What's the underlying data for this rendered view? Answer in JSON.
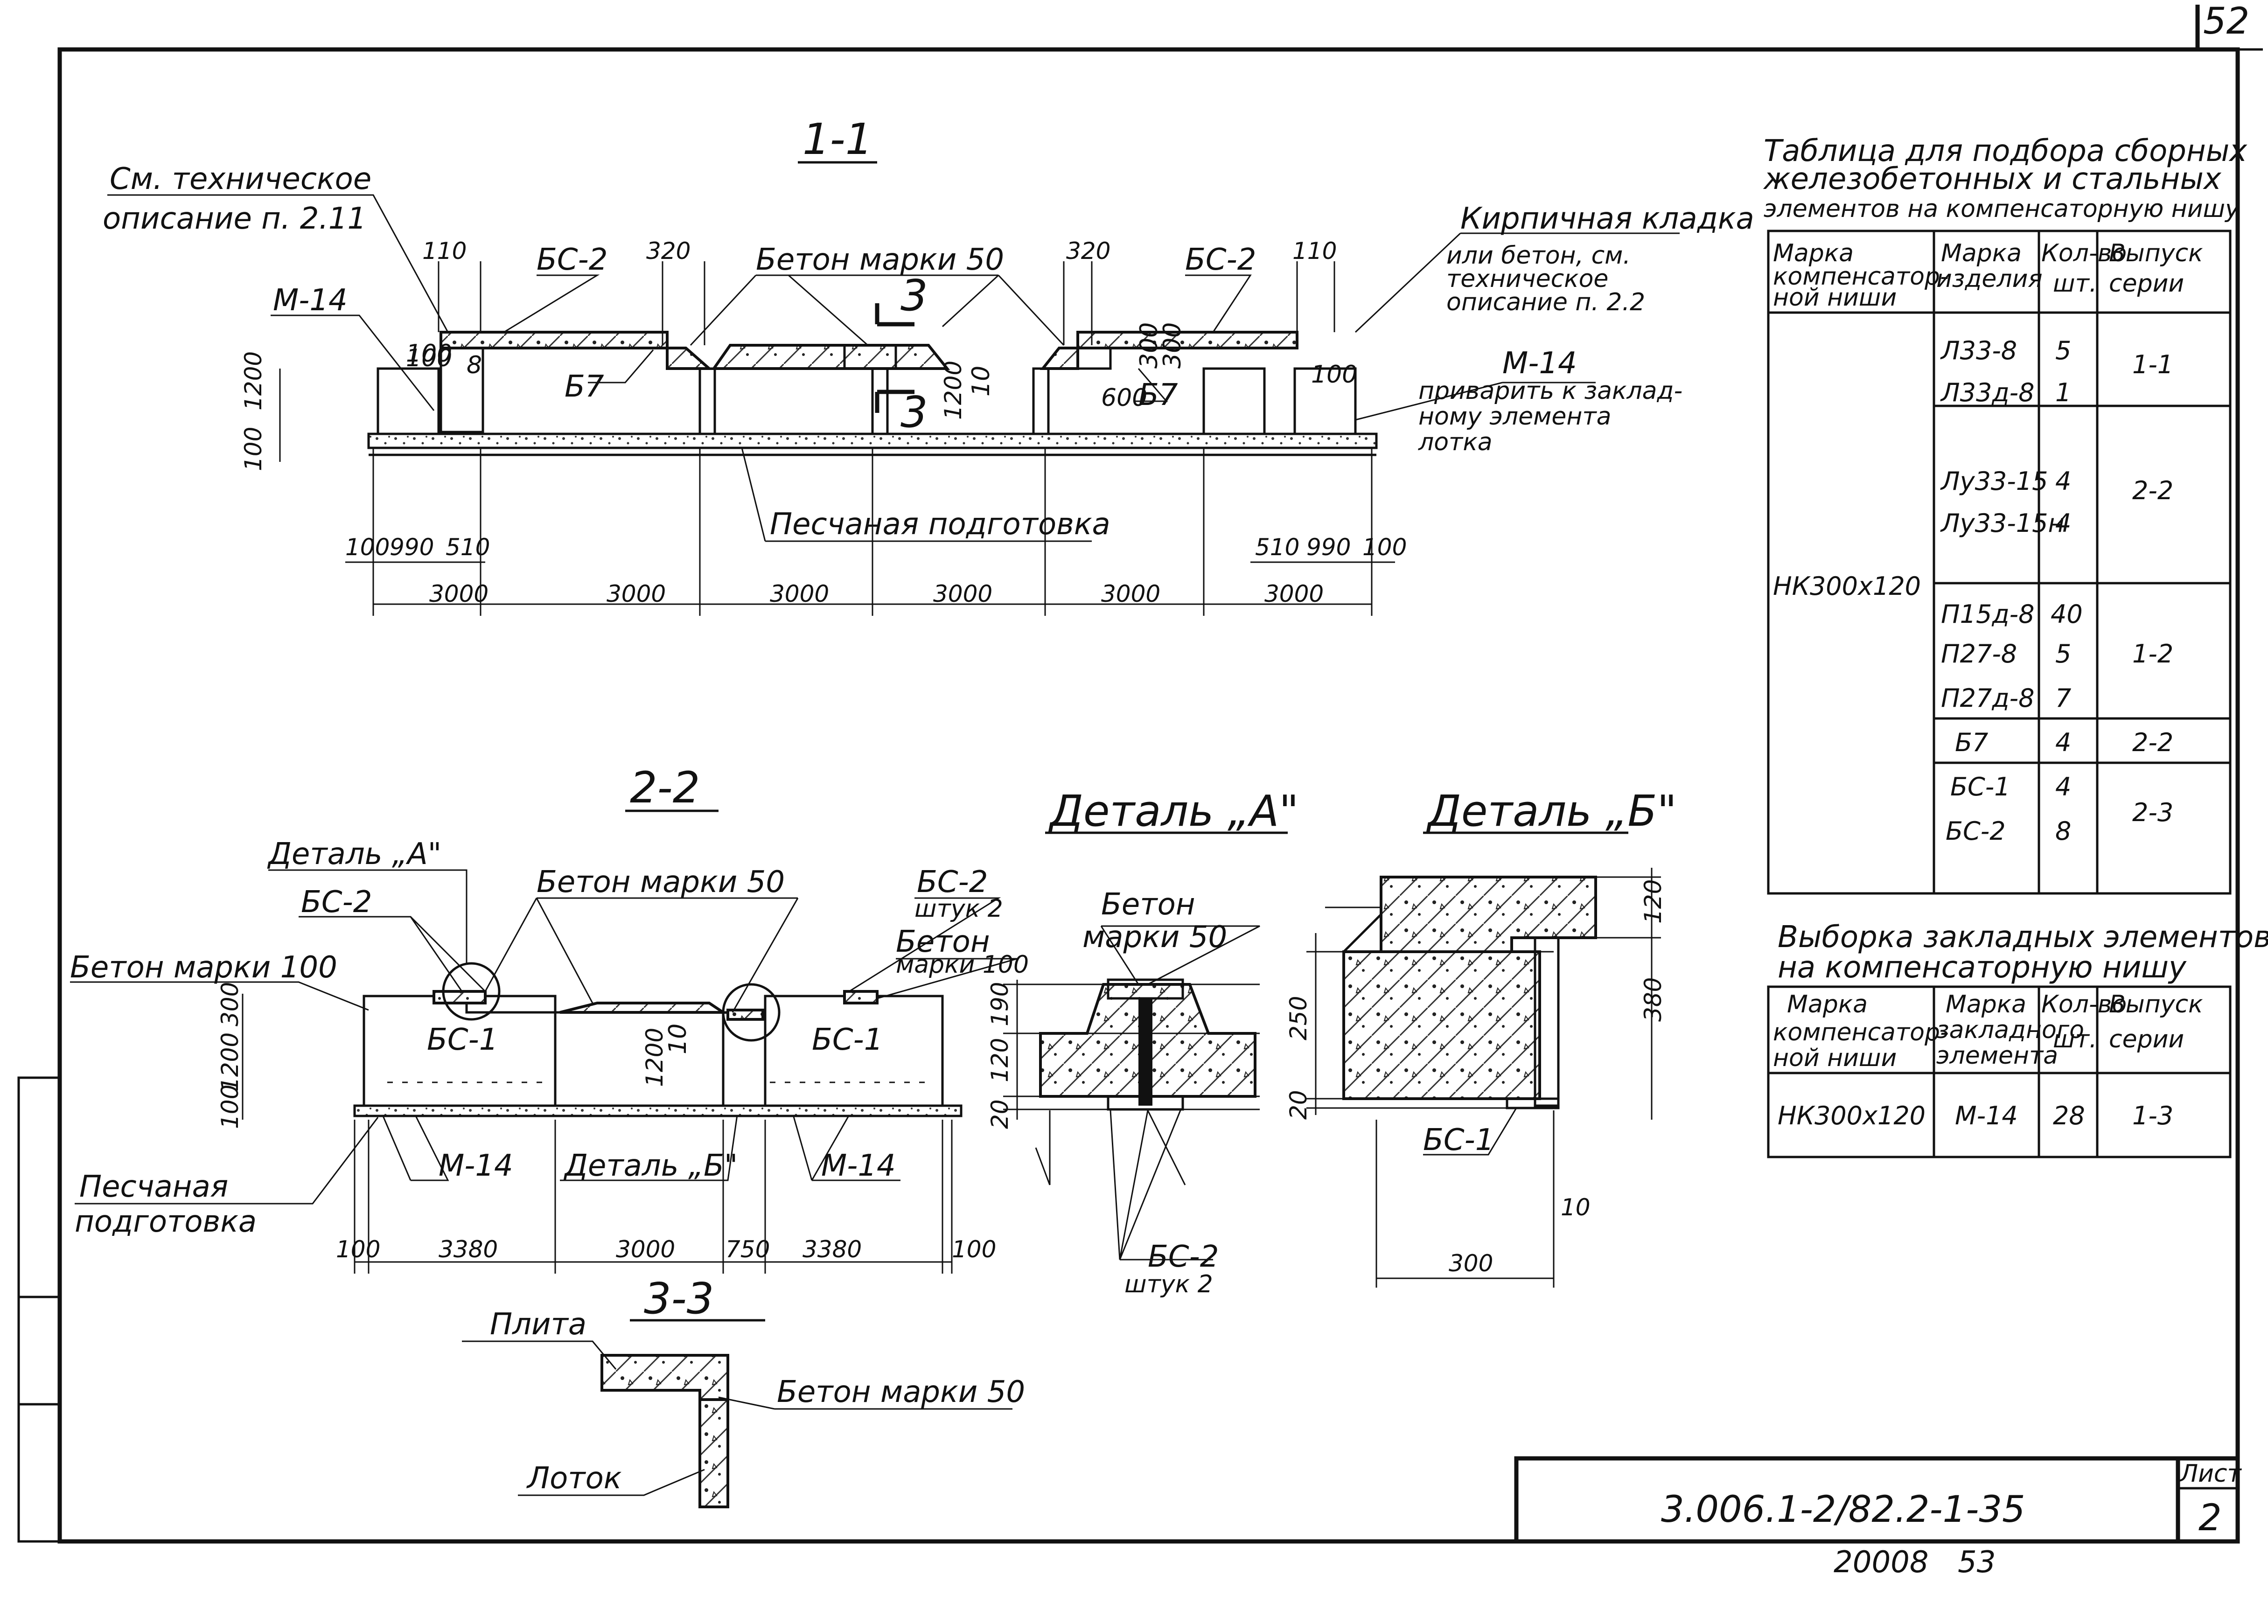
{
  "sheet": {
    "page_number": "52",
    "drawing_code": "3.006.1-2/82.2-1-35",
    "sheet_label": "Лист",
    "sheet_number": "2",
    "footer_code": "20008",
    "footer_page": "53"
  },
  "section_1_1": {
    "title": "1-1",
    "labels": {
      "tech_desc": "См. техническое",
      "tech_desc_2": "описание п. 2.11",
      "m14_left": "М-14",
      "bs2_left": "БС-2",
      "beton": "Бетон марки 50",
      "bs2_right": "БС-2",
      "b7_left": "Б7",
      "b7_right": "Б7",
      "brick": "Кирпичная кладка",
      "brick_2": "или бетон, см.",
      "brick_3": "техническое",
      "brick_4": "описание п. 2.2",
      "m14_right": "М-14",
      "weld": "приварить к заклад-",
      "weld_2": "ному элемента",
      "weld_3": "лотка",
      "sand": "Песчаная подготовка",
      "cut_mark": "3"
    },
    "dims_top": [
      "110",
      "320",
      "320",
      "110"
    ],
    "dims_vert": [
      "1200",
      "100",
      "100",
      "1200",
      "10",
      "100"
    ],
    "dims_small": [
      "100",
      "8",
      "600",
      "300",
      "300"
    ],
    "dims_left_chain": [
      "100",
      "990",
      "510"
    ],
    "dims_right_chain": [
      "510",
      "990",
      "100"
    ],
    "dims_bottom": [
      "3000",
      "3000",
      "3000",
      "3000",
      "3000",
      "3000"
    ]
  },
  "section_2_2": {
    "title": "2-2",
    "labels": {
      "detail_a": "Деталь „А\"",
      "bs2": "БС-2",
      "beton100": "Бетон марки 100",
      "beton50": "Бетон марки 50",
      "bs2_right": "БС-2",
      "pcs2": "штук 2",
      "beton_r": "Бетон",
      "beton_r_2": "марки 100",
      "bs1_left": "БС-1",
      "bs1_right": "БС-1",
      "m14_left": "М-14",
      "detail_b": "Деталь „Б\"",
      "m14_right": "М-14",
      "sand": "Песчаная",
      "sand_2": "подготовка"
    },
    "dims_vert": [
      "300",
      "1200",
      "100",
      "1200",
      "10"
    ],
    "dims_bottom": [
      "100",
      "3380",
      "3000",
      "750",
      "3380",
      "100"
    ]
  },
  "section_3_3": {
    "title": "3-3",
    "labels": {
      "slab": "Плита",
      "beton": "Бетон марки 50",
      "tray": "Лоток"
    }
  },
  "detail_a": {
    "title": "Деталь „А\"",
    "labels": {
      "beton": "Бетон",
      "beton_2": "марки 50",
      "bs2": "БС-2",
      "pcs": "штук 2"
    },
    "dims": [
      "190",
      "120",
      "20"
    ]
  },
  "detail_b": {
    "title": "Деталь „Б\"",
    "labels": {
      "bs1": "БС-1"
    },
    "dims": [
      "120",
      "250",
      "20",
      "380",
      "10",
      "300"
    ]
  },
  "table_1": {
    "title": "Таблица для подбора сборных",
    "title_2": "железобетонных и стальных",
    "title_3": "элементов на компенсаторную нишу",
    "headers": [
      "Марка компенсатор-ной ниши",
      "Марка изделия",
      "Кол-во шт.",
      "Выпуск серии"
    ],
    "niche": "НК300х120",
    "rows": [
      {
        "item": "Л33-8",
        "qty": "5"
      },
      {
        "item": "Л33д-8",
        "qty": "1"
      },
      {
        "item": "",
        "qty": ""
      },
      {
        "item": "Лу33-15",
        "qty": "4"
      },
      {
        "item": "Лу33-15н",
        "qty": "4"
      },
      {
        "item": "",
        "qty": ""
      },
      {
        "item": "П15д-8",
        "qty": "40"
      },
      {
        "item": "П27-8",
        "qty": "5"
      },
      {
        "item": "П27д-8",
        "qty": "7"
      },
      {
        "item": "Б7",
        "qty": "4"
      },
      {
        "item": "БС-1",
        "qty": "4"
      },
      {
        "item": "БС-2",
        "qty": "8"
      },
      {
        "item": "",
        "qty": ""
      }
    ],
    "series": [
      "1-1",
      "2-2",
      "1-2",
      "2-2",
      "2-3"
    ]
  },
  "table_2": {
    "title": "Выборка закладных элементов",
    "title_2": "на компенсаторную нишу",
    "headers": [
      "Марка компенсатор-ной ниши",
      "Марка закладного элемента",
      "Кол-во шт.",
      "Выпуск серии"
    ],
    "row": {
      "niche": "НК300х120",
      "element": "М-14",
      "qty": "28",
      "series": "1-3"
    }
  }
}
